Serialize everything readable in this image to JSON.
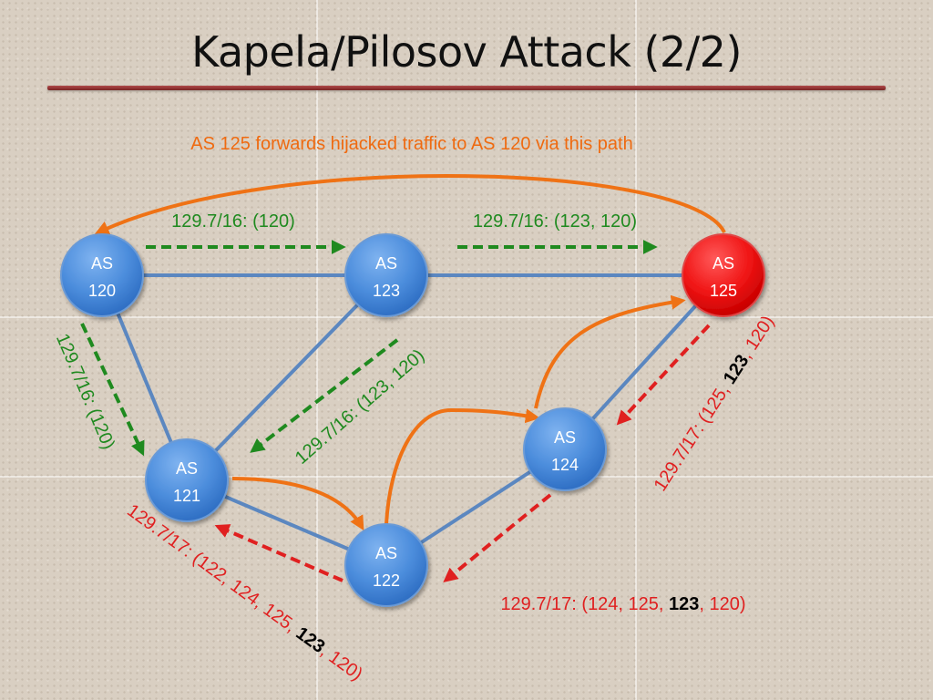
{
  "slide": {
    "title": "Kapela/Pilosov Attack (2/2)",
    "annotation": "AS 125 forwards hijacked traffic to AS 120 via this path"
  },
  "colors": {
    "title_rule": "#9b3535",
    "link": "#5b87c0",
    "legit_route": "#1f8a1f",
    "hijack_route": "#e02020",
    "forward_path": "#ef7215",
    "node_blue": "#4c8ddc",
    "node_red": "#e81010"
  },
  "nodes": [
    {
      "id": "as120",
      "line1": "AS",
      "line2": "120",
      "color": "blue"
    },
    {
      "id": "as123",
      "line1": "AS",
      "line2": "123",
      "color": "blue"
    },
    {
      "id": "as125",
      "line1": "AS",
      "line2": "125",
      "color": "red"
    },
    {
      "id": "as121",
      "line1": "AS",
      "line2": "121",
      "color": "blue"
    },
    {
      "id": "as124",
      "line1": "AS",
      "line2": "124",
      "color": "blue"
    },
    {
      "id": "as122",
      "line1": "AS",
      "line2": "122",
      "color": "blue"
    }
  ],
  "labels": {
    "l120_123": "129.7/16: (120)",
    "l123_125": "129.7/16: (123, 120)",
    "l120_121": "129.7/16: (120)",
    "l123_121": "129.7/16: (123, 120)",
    "l125_124": {
      "pre": "129.7/17: (125, ",
      "bold": "123",
      "post": ", 120)"
    },
    "l124_122": {
      "pre": "129.7/17: (124, 125, ",
      "bold": "123",
      "post": ", 120)"
    },
    "l122_121": {
      "pre": "129.7/17: (122, 124, 125, ",
      "bold": "123",
      "post": ", 120)"
    }
  }
}
